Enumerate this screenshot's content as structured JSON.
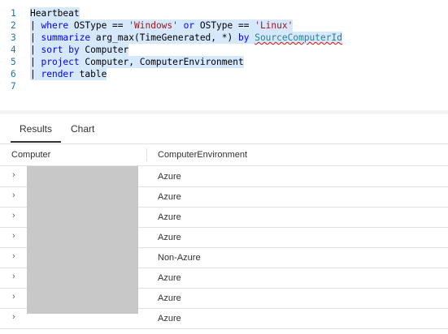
{
  "editor": {
    "lines": [
      {
        "num": "1",
        "parts": [
          {
            "t": "Heartbeat",
            "c": "txt"
          }
        ]
      },
      {
        "num": "2",
        "parts": [
          {
            "t": "| ",
            "c": "txt"
          },
          {
            "t": "where",
            "c": "kw"
          },
          {
            "t": " OSType == ",
            "c": "txt"
          },
          {
            "t": "'Windows'",
            "c": "str"
          },
          {
            "t": " or ",
            "c": "kw"
          },
          {
            "t": "OSType == ",
            "c": "txt"
          },
          {
            "t": "'Linux'",
            "c": "str"
          }
        ]
      },
      {
        "num": "3",
        "parts": [
          {
            "t": "| ",
            "c": "txt"
          },
          {
            "t": "summarize",
            "c": "kw"
          },
          {
            "t": " arg_max(TimeGenerated, *) ",
            "c": "txt"
          },
          {
            "t": "by",
            "c": "kw"
          },
          {
            "t": " ",
            "c": "txt"
          },
          {
            "t": "SourceComputerId",
            "c": "col squiggle"
          }
        ]
      },
      {
        "num": "4",
        "parts": [
          {
            "t": "| ",
            "c": "txt"
          },
          {
            "t": "sort",
            "c": "kw"
          },
          {
            "t": " ",
            "c": "txt"
          },
          {
            "t": "by",
            "c": "kw"
          },
          {
            "t": " Computer",
            "c": "txt"
          }
        ]
      },
      {
        "num": "5",
        "parts": [
          {
            "t": "| ",
            "c": "txt"
          },
          {
            "t": "project",
            "c": "kw"
          },
          {
            "t": " Computer, ComputerEnvironment",
            "c": "txt"
          }
        ]
      },
      {
        "num": "6",
        "parts": [
          {
            "t": "| ",
            "c": "txt"
          },
          {
            "t": "render",
            "c": "kw"
          },
          {
            "t": " table",
            "c": "txt"
          }
        ]
      },
      {
        "num": "7",
        "parts": []
      }
    ]
  },
  "tabs": {
    "results": "Results",
    "chart": "Chart"
  },
  "grid": {
    "headers": {
      "computer": "Computer",
      "environment": "ComputerEnvironment"
    },
    "rows": [
      {
        "environment": "Azure"
      },
      {
        "environment": "Azure"
      },
      {
        "environment": "Azure"
      },
      {
        "environment": "Azure"
      },
      {
        "environment": "Non-Azure"
      },
      {
        "environment": "Azure"
      },
      {
        "environment": "Azure"
      },
      {
        "environment": "Azure"
      }
    ],
    "expand_glyph": "›"
  },
  "colors": {
    "selection": "#d6e8fb",
    "keyword": "#0000ff",
    "string": "#a31515",
    "line_number": "#237893"
  }
}
